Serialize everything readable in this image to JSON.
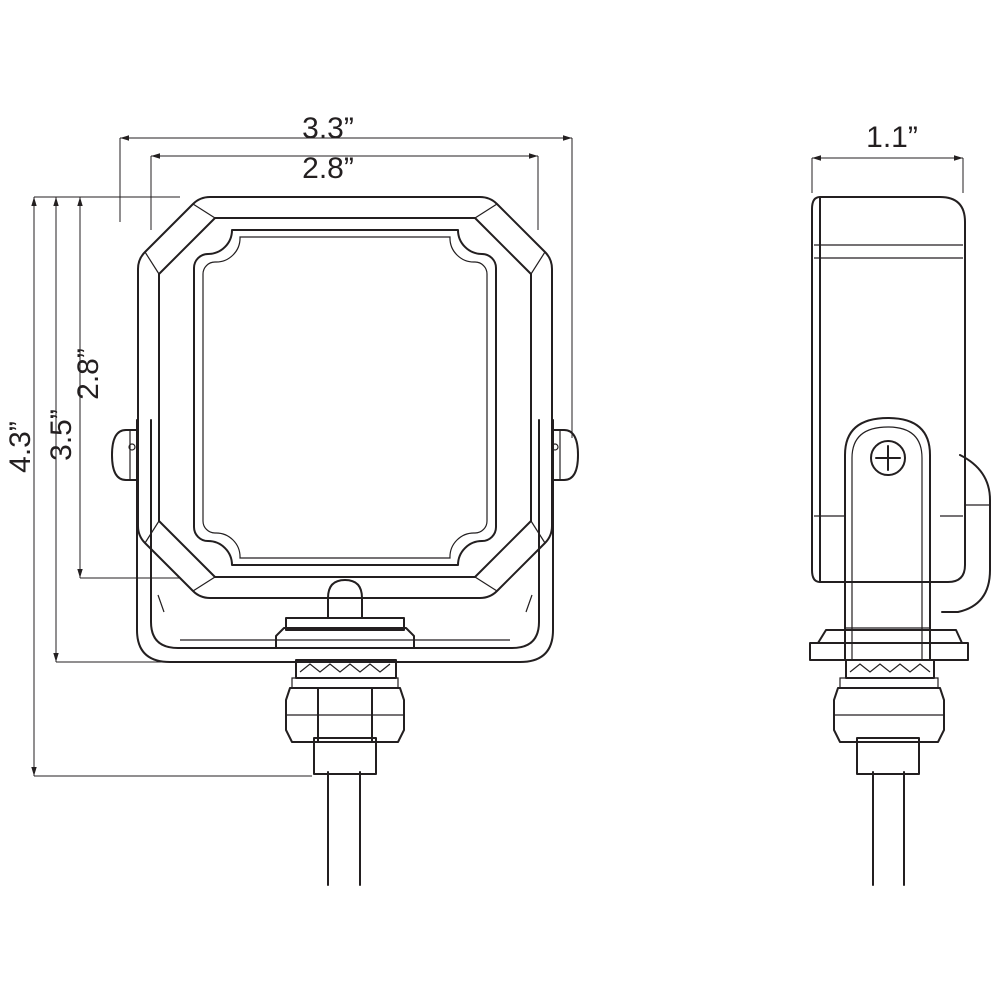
{
  "dimensions": {
    "overall_width": "3.3”",
    "lens_width": "2.8”",
    "side_depth": "1.1”",
    "overall_height": "4.3”",
    "bracket_height": "3.5”",
    "lens_height": "2.8”"
  },
  "colors": {
    "stroke": "#231f20",
    "background": "#ffffff"
  }
}
